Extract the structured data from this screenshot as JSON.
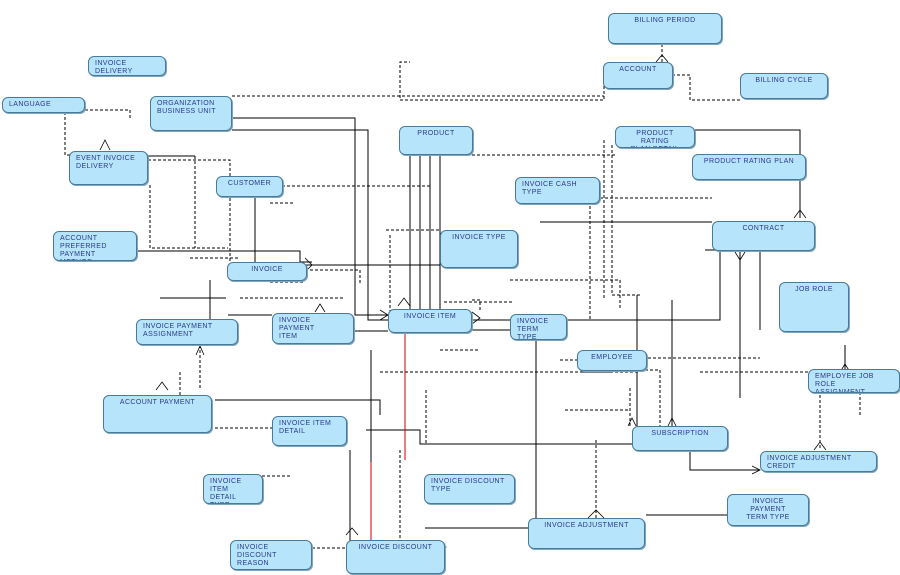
{
  "entities": {
    "billing_period": "BILLING PERIOD",
    "account": "ACCOUNT",
    "billing_cycle": "BILLING CYCLE",
    "invoice_delivery_type": "INVOICE DELIVERY\nTYPE",
    "language": "LANGUAGE",
    "organization_business_unit": "ORGANIZATION\nBUSINESS UNIT",
    "product": "PRODUCT",
    "product_rating_plan_detail": "PRODUCT RATING\nPLAN DETAIL",
    "product_rating_plan": "PRODUCT RATING PLAN",
    "event_invoice_delivery": "EVENT INVOICE\nDELIVERY",
    "customer": "CUSTOMER",
    "invoice_cash_type": "INVOICE CASH\nTYPE",
    "account_preferred_payment_method": "ACCOUNT\nPREFERRED\nPAYMENT METHOD",
    "invoice_type": "INVOICE TYPE",
    "contract": "CONTRACT",
    "invoice": "INVOICE",
    "job_role": "JOB ROLE",
    "invoice_payment_assignment": "INVOICE PAYMENT\nASSIGNMENT",
    "invoice_payment_item": "INVOICE PAYMENT\nITEM",
    "invoice_item": "INVOICE ITEM",
    "invoice_term_type": "INVOICE\nTERM TYPE",
    "employee": "EMPLOYEE",
    "employee_job_role_assignment": "EMPLOYEE JOB ROLE\nASSIGNMENT",
    "account_payment": "ACCOUNT PAYMENT",
    "invoice_item_detail": "INVOICE ITEM\nDETAIL",
    "subscription": "SUBSCRIPTION",
    "invoice_adjustment_credit": "INVOICE ADJUSTMENT CREDIT",
    "invoice_item_detail_type": "INVOICE ITEM\nDETAIL TYPE",
    "invoice_discount_type": "INVOICE DISCOUNT\nTYPE",
    "invoice_payment_term_type": "INVOICE PAYMENT\nTERM TYPE",
    "invoice_adjustment": "INVOICE ADJUSTMENT",
    "invoice_discount_reason": "INVOICE DISCOUNT\nREASON",
    "invoice_discount": "INVOICE DISCOUNT"
  },
  "colors": {
    "entity_fill": "#b6e4fb",
    "entity_border": "#4a7a9a",
    "text": "#2a3a8a",
    "line": "#000000",
    "highlight": "#cc0000"
  }
}
